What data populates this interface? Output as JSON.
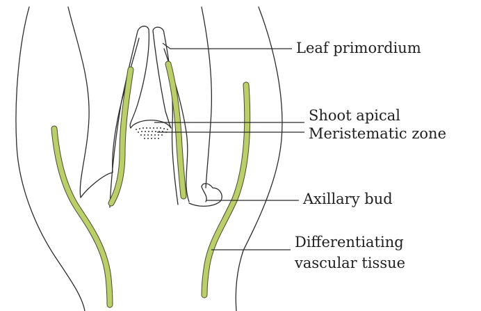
{
  "labels": {
    "leaf_primordium": "Leaf primordium",
    "shoot_apical": "Shoot apical",
    "meristematic_zone": "Meristematic zone",
    "axillary_bud": "Axillary bud",
    "differentiating_line1": "Differentiating",
    "differentiating_line2": "vascular tissue"
  },
  "colors": {
    "vascular_tissue": "#b8cf6a",
    "outline": "#2b2b2b",
    "background": "#ffffff"
  }
}
